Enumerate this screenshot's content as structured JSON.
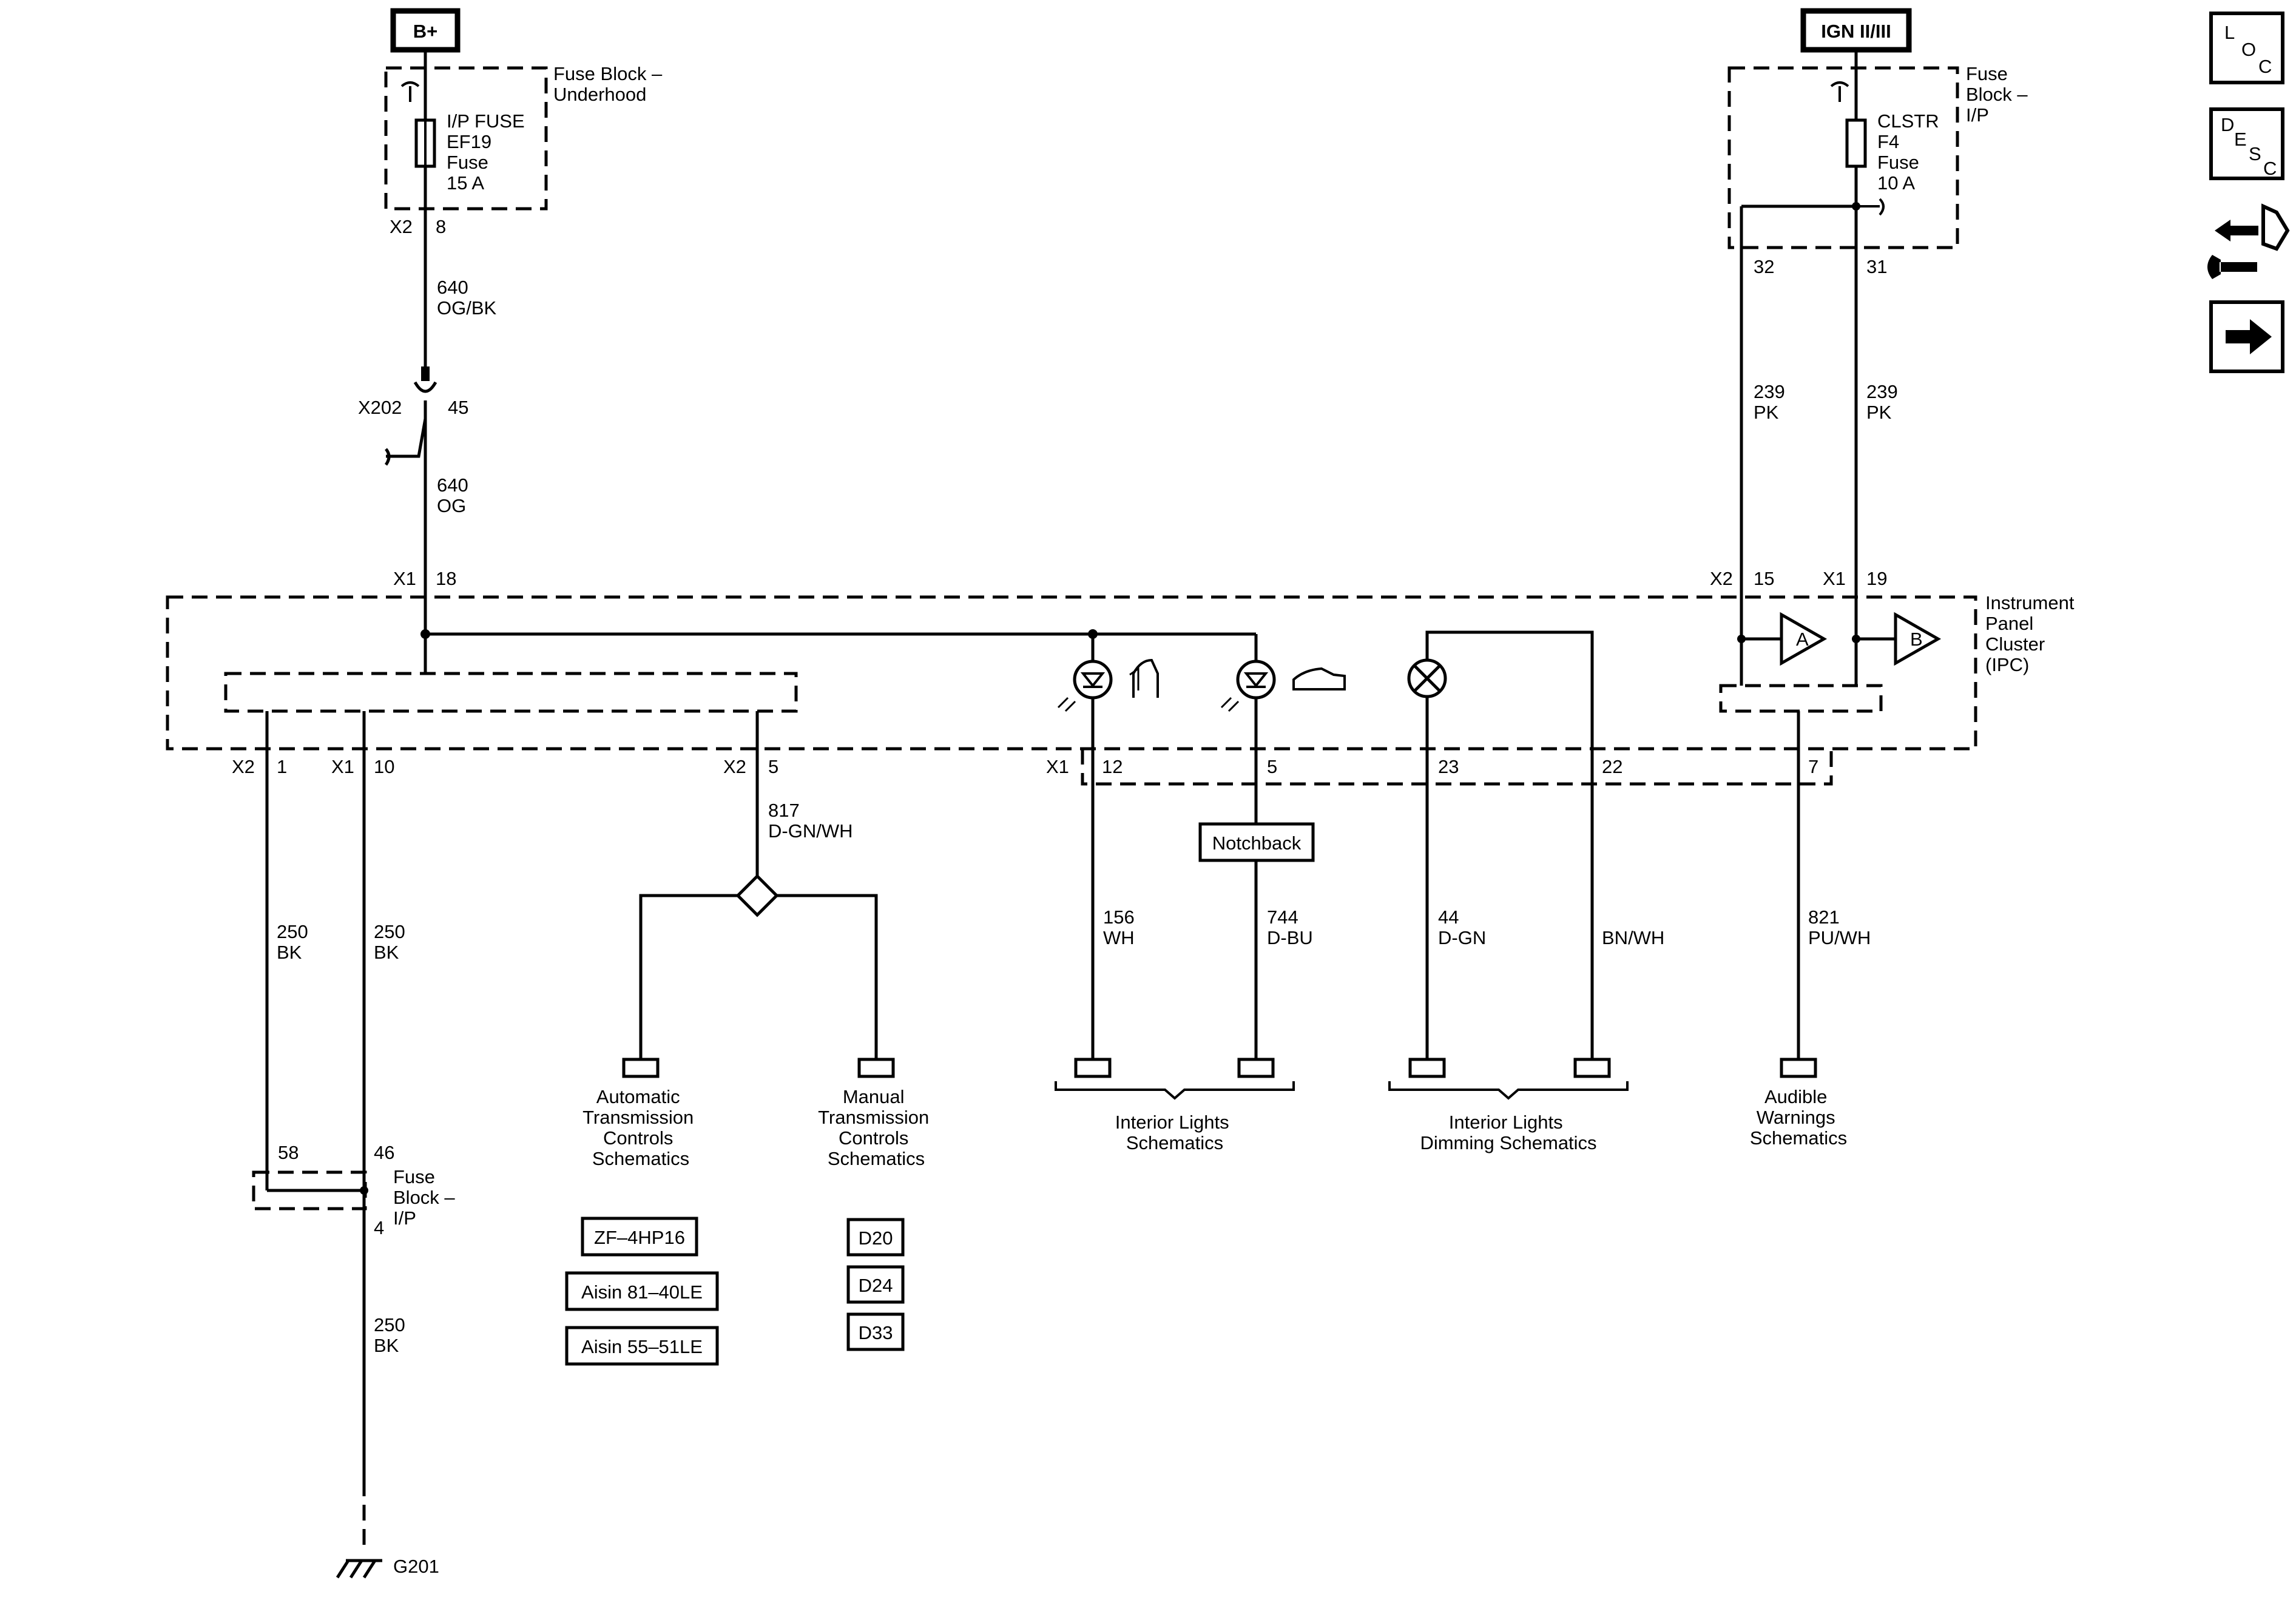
{
  "sources": {
    "bplus": "B+",
    "ign": "IGN II/III"
  },
  "fuse_underhood": {
    "block_lines": [
      "Fuse Block –",
      "Underhood"
    ],
    "fuse_lines": [
      "I/P FUSE",
      "EF19",
      "Fuse",
      "15 A"
    ],
    "connector": "X2",
    "pin": "8"
  },
  "wire_640_ogbk": [
    "640",
    "OG/BK"
  ],
  "inline_x202": {
    "name": "X202",
    "pin": "45"
  },
  "wire_640_og": [
    "640",
    "OG"
  ],
  "fuse_ip_top": {
    "block_lines": [
      "Fuse",
      "Block –",
      "I/P"
    ],
    "fuse_lines": [
      "CLSTR",
      "F4",
      "Fuse",
      "10 A"
    ],
    "pin_left": "32",
    "pin_right": "31"
  },
  "wire_239_left": [
    "239",
    "PK"
  ],
  "wire_239_right": [
    "239",
    "PK"
  ],
  "ipc": {
    "lines": [
      "Instrument",
      "Panel",
      "Cluster",
      "(IPC)"
    ],
    "top_pins": [
      {
        "conn": "X1",
        "pin": "18"
      },
      {
        "conn": "X2",
        "pin": "15"
      },
      {
        "conn": "X1",
        "pin": "19"
      }
    ],
    "driver_a": "A",
    "driver_b": "B",
    "bottom_pins": [
      {
        "conn": "X2",
        "pin": "1"
      },
      {
        "conn": "X1",
        "pin": "10"
      },
      {
        "conn": "X2",
        "pin": "5"
      },
      {
        "conn": "X1",
        "pin": "12"
      },
      {
        "conn": "",
        "pin": "5"
      },
      {
        "conn": "",
        "pin": "23"
      },
      {
        "conn": "",
        "pin": "22"
      },
      {
        "conn": "",
        "pin": "7"
      }
    ]
  },
  "wires_bottom": {
    "w1": [
      "250",
      "BK"
    ],
    "w2": [
      "250",
      "BK"
    ],
    "w817": [
      "817",
      "D-GN/WH"
    ],
    "w156": [
      "156",
      "WH"
    ],
    "w744": [
      "744",
      "D-BU"
    ],
    "w44": [
      "44",
      "D-GN"
    ],
    "wbn": [
      "BN/WH"
    ],
    "w821": [
      "821",
      "PU/WH"
    ],
    "wground": [
      "250",
      "BK"
    ]
  },
  "notchback": "Notchback",
  "schematic_refs": {
    "auto_trans": [
      "Automatic",
      "Transmission",
      "Controls",
      "Schematics"
    ],
    "manual_trans": [
      "Manual",
      "Transmission",
      "Controls",
      "Schematics"
    ],
    "interior_lights": [
      "Interior Lights",
      "Schematics"
    ],
    "dimming": [
      "Interior Lights",
      "Dimming Schematics"
    ],
    "audible": [
      "Audible",
      "Warnings",
      "Schematics"
    ]
  },
  "trans_options": [
    "ZF–4HP16",
    "Aisin 81–40LE",
    "Aisin 55–51LE"
  ],
  "engine_options": [
    "D20",
    "D24",
    "D33"
  ],
  "fuse_ip_bottom": {
    "block_lines": [
      "Fuse",
      "Block –",
      "I/P"
    ],
    "pin_top_left": "58",
    "pin_top_right": "46",
    "pin_bottom": "4"
  },
  "ground": "G201",
  "side_toolbar": {
    "loc": [
      "L",
      "O",
      "C"
    ],
    "desc": [
      "D",
      "E",
      "S",
      "C"
    ]
  }
}
